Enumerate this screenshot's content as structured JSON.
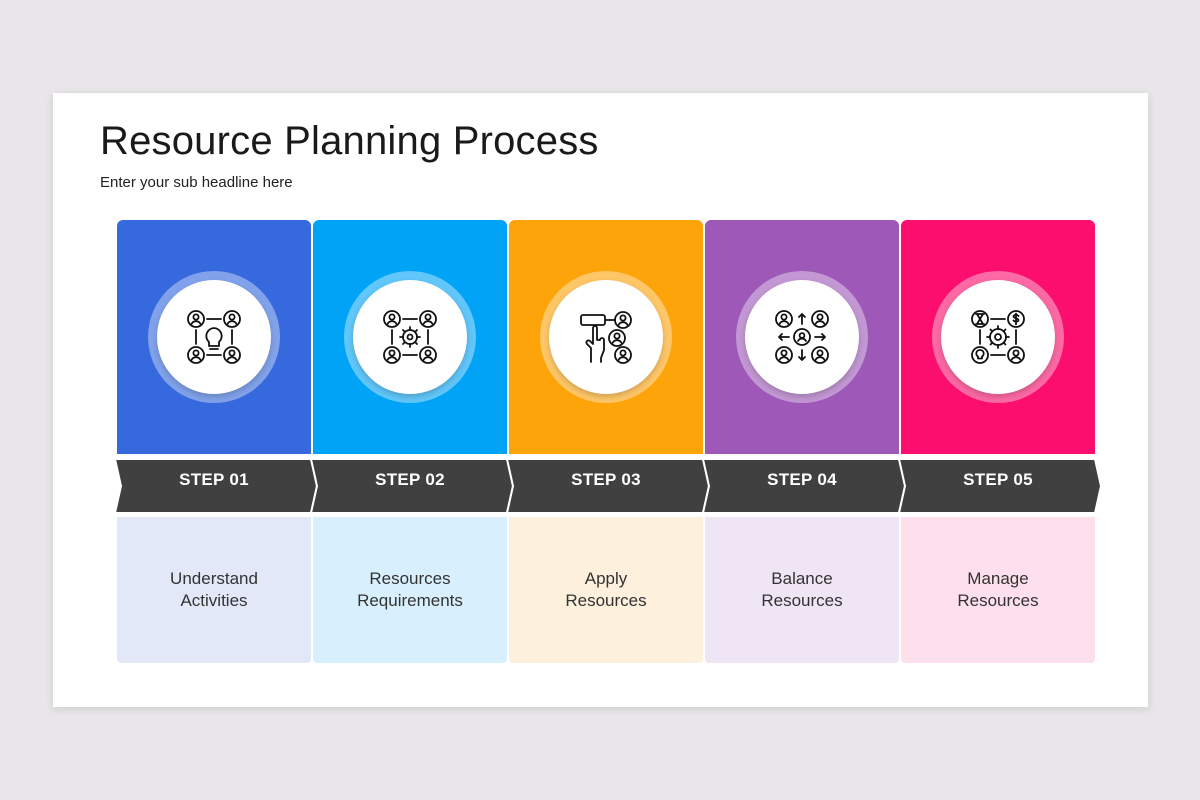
{
  "header": {
    "title": "Resource Planning Process",
    "subtitle": "Enter your sub headline here"
  },
  "steps": [
    {
      "label": "STEP 01",
      "description": "Understand\nActivities",
      "color": "#3569dd",
      "light_color": "#e3e8f9",
      "icon": "team-idea-icon"
    },
    {
      "label": "STEP 02",
      "description": "Resources\nRequirements",
      "color": "#00a3f6",
      "light_color": "#d8f0fd",
      "icon": "team-gear-icon"
    },
    {
      "label": "STEP 03",
      "description": "Apply\nResources",
      "color": "#fda40a",
      "light_color": "#fdf0dc",
      "icon": "hand-select-people-icon"
    },
    {
      "label": "STEP 04",
      "description": "Balance\nResources",
      "color": "#9d58b8",
      "light_color": "#f0e5f4",
      "icon": "distribute-people-icon"
    },
    {
      "label": "STEP 05",
      "description": "Manage\nResources",
      "color": "#fb0e6d",
      "light_color": "#fde0ec",
      "icon": "manage-resources-icon"
    }
  ],
  "step_bar_color": "#404040"
}
